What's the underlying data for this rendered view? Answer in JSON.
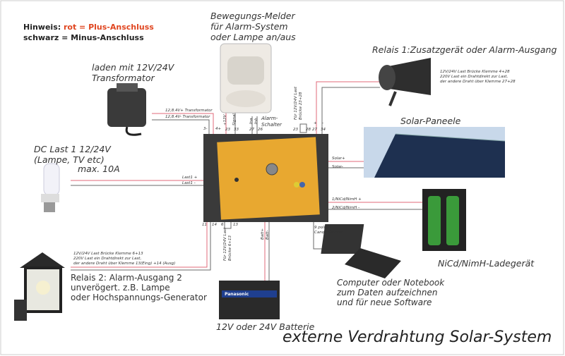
{
  "hint": {
    "prefix": "Hinweis: ",
    "red_text": "rot = Plus-Anschluss",
    "black_text": "schwarz = Minus-Anschluss"
  },
  "colors": {
    "plus_wire": "#e06a7a",
    "minus_wire": "#6a6a6a",
    "hint_red": "#e0451f",
    "controller": "#e8a830"
  },
  "motion": {
    "lines": [
      "Bewegungs-Melder",
      "für Alarm-System",
      "oder Lampe an/aus"
    ],
    "wire_labels": [
      "+12V",
      "Signal",
      "Ina",
      "Inb"
    ],
    "alarm": [
      "Alarm-",
      "Schalter"
    ]
  },
  "transformer": {
    "lines": [
      "laden mit 12V/24V",
      "Transformator"
    ],
    "wire_plus": "12,8.4V+ Transformator",
    "wire_minus": "12,8.4V- Transformator",
    "term_minus": "3-",
    "term_plus": "4+"
  },
  "relay1": {
    "label": "Relais 1:Zusatzgerät oder Alarm-Ausgang",
    "notes": [
      "12V/24V Last Brücke Klemme 4+28",
      "220V Last ein Drahtdirekt zur Last,",
      "der andere Draht über Klemme 27+28"
    ],
    "bridge_note": [
      "Für 12V/24V Last",
      "Brücke 23+28"
    ],
    "plus": "+",
    "minus": "-"
  },
  "terminals_top": [
    "23",
    "33",
    "27",
    "26",
    "23",
    "28",
    "27",
    "34"
  ],
  "solar": {
    "label": "Solar-Paneele",
    "plus": "Solar+",
    "minus": "Solar-"
  },
  "load1": {
    "lines": [
      "DC Last 1 12/24V",
      "(Lampe, TV etc)"
    ],
    "max": "max. 10A",
    "plus": "Last1 +",
    "minus": "Last1 -"
  },
  "nicd": {
    "plus": "1/NiCd/NimH +",
    "minus": "2/NiCd/NimH -",
    "label": "NiCd/NimH-Ladegerät"
  },
  "computer": {
    "cable": [
      "9 poliger",
      "Canon-Stecker"
    ],
    "lines": [
      "Computer oder Notebook",
      "zum Daten aufzeichnen",
      "und für neue Software"
    ]
  },
  "relay2": {
    "lines": [
      "Relais 2:  Alarm-Ausgang 2",
      "unverögert. z.B. Lampe",
      "oder Hochspannungs-Generator"
    ],
    "notes": [
      "12V/24V Last Brücke Klemme 6+13",
      "220V Last ein Drahtdirekt zur Last,",
      "der andere Draht über Klemme 13(Eing) +14 (Ausg)"
    ],
    "bridge_note": [
      "Für 12V/24V Last",
      "Brücke 6+13"
    ]
  },
  "terminals_bottom": [
    "11",
    "14",
    "6",
    "13"
  ],
  "battery": {
    "label": "12V oder 24V Batterie",
    "plus": "Batt+",
    "minus": "Batt-",
    "brand": "Panasonic"
  },
  "title": "externe Verdrahtung Solar-System"
}
